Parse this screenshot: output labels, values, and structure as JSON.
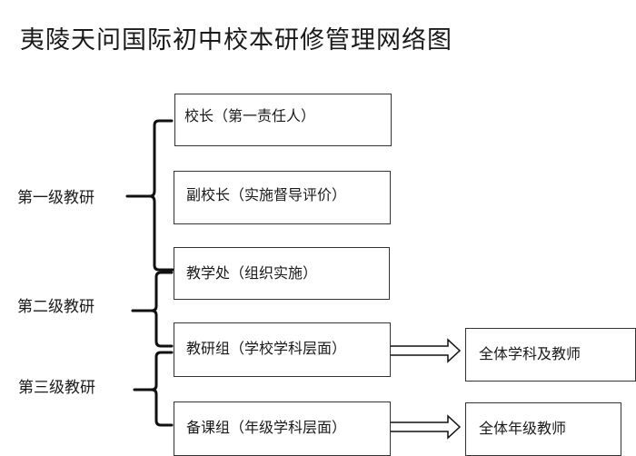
{
  "title": "夷陵天问国际初中校本研修管理网络图",
  "levels": [
    {
      "label": "第一级教研"
    },
    {
      "label": "第二级教研"
    },
    {
      "label": "第三级教研"
    }
  ],
  "boxes": [
    {
      "label": "校长（第一责任人）"
    },
    {
      "label": "副校长（实施督导评价）"
    },
    {
      "label": "教学处（组织实施）"
    },
    {
      "label": "教研组（学校学科层面）"
    },
    {
      "label": "备课组（年级学科层面）"
    }
  ],
  "targets": [
    {
      "label": "全体学科及教师"
    },
    {
      "label": "全体年级教师"
    }
  ],
  "colors": {
    "line": "#111111",
    "border": "#333333"
  }
}
